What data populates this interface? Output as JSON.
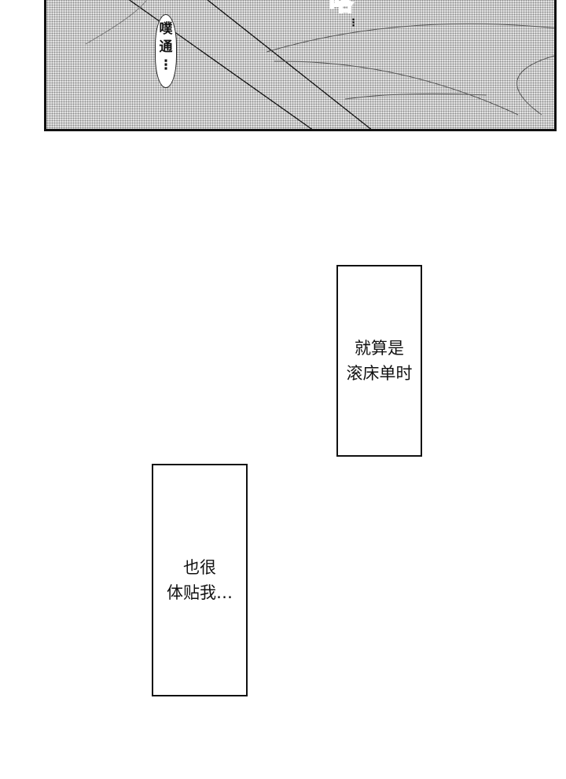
{
  "panel": {
    "sfx_big": "咯",
    "bubble_text": [
      "噗",
      "通",
      "⋮"
    ],
    "dots": "⋮"
  },
  "captions": [
    {
      "lines": [
        "就算是",
        "滚床单时"
      ]
    },
    {
      "lines": [
        "也很",
        "体贴我…"
      ]
    }
  ]
}
